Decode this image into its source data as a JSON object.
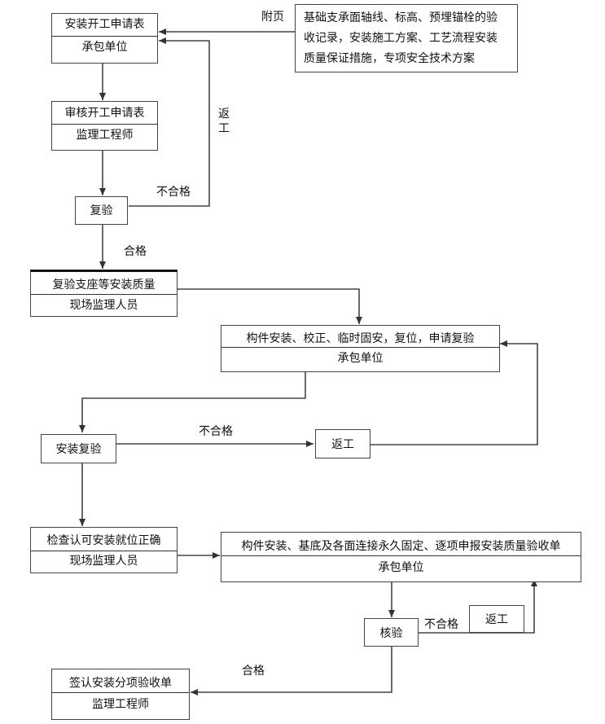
{
  "nodes": {
    "apply": {
      "title": "安装开工申请表",
      "role": "承包单位"
    },
    "review": {
      "title": "审核开工申请表",
      "role": "监理工程师"
    },
    "recheck": {
      "title": "复验"
    },
    "recheck_support": {
      "title": "复验支座等安装质量",
      "role": "现场监理人员"
    },
    "install_temp": {
      "title": "构件安装、校正、临时固安，复位，申请复验",
      "role": "承包单位"
    },
    "install_recheck": {
      "title": "安装复验"
    },
    "rework1": {
      "title": "返工"
    },
    "check_confirm": {
      "title": "检查认可安装就位正确",
      "role": "现场监理人员"
    },
    "install_perm": {
      "title": "构件安装、基底及各面连接永久固定、逐项申报安装质量验收单",
      "role": "承包单位"
    },
    "verify": {
      "title": "核验"
    },
    "rework2": {
      "title": "返工"
    },
    "sign_off": {
      "title": "签认安装分项验收单",
      "role": "监理工程师"
    }
  },
  "attachment": {
    "label": "附页",
    "lines": [
      "基础支承面轴线、标高、预埋锚栓的验",
      "收记录，安装施工方案、工艺流程安装",
      "质量保证措施，专项安全技术方案"
    ]
  },
  "edge_labels": {
    "rework_vertical": [
      "返",
      "工"
    ],
    "fail_1": "不合格",
    "pass_1": "合格",
    "fail_2": "不合格",
    "fail_3": "不合格",
    "pass_2": "合格"
  }
}
